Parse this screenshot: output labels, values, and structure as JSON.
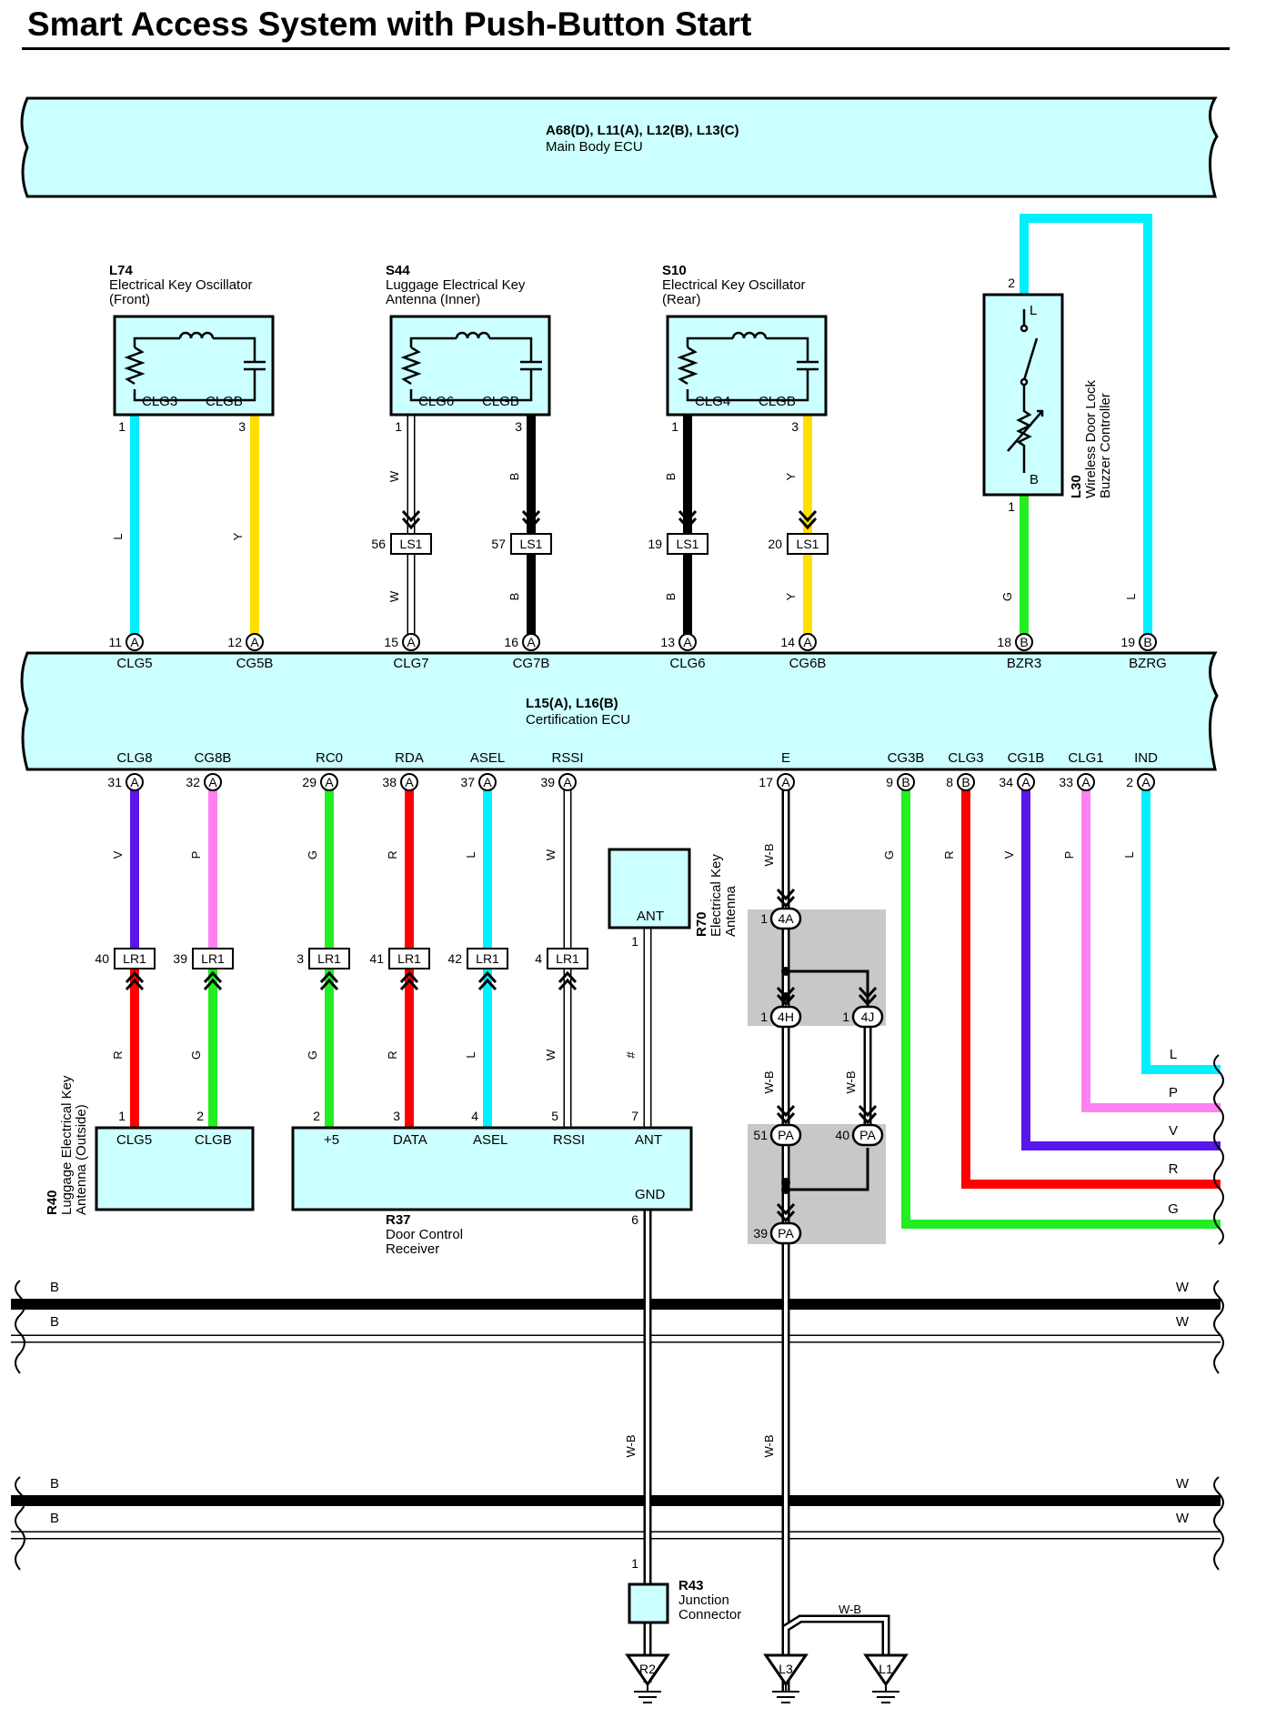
{
  "title": "Smart Access System with Push-Button Start",
  "colors": {
    "L": "#00f0ff",
    "Y": "#ffe000",
    "B": "#000000",
    "W": "#ffffff",
    "G": "#22ee22",
    "V": "#5a16ea",
    "P": "#ff80f0",
    "R": "#ff0000",
    "fill": "#ccffff",
    "shade": "#c8c8c8"
  },
  "main_body_ecu": {
    "code": "A68(D), L11(A), L12(B), L13(C)",
    "name": "Main Body ECU"
  },
  "cert_ecu": {
    "code": "L15(A), L16(B)",
    "name": "Certification ECU"
  },
  "l74": {
    "code": "L74",
    "name1": "Electrical Key Oscillator",
    "name2": "(Front)",
    "t1": "CLG3",
    "t2": "CLGB"
  },
  "s44": {
    "code": "S44",
    "name1": "Luggage Electrical Key",
    "name2": "Antenna (Inner)",
    "t1": "CLG6",
    "t2": "CLGB"
  },
  "s10": {
    "code": "S10",
    "name1": "Electrical Key Oscillator",
    "name2": "(Rear)",
    "t1": "CLG4",
    "t2": "CLGB"
  },
  "l30": {
    "code": "L30",
    "name1": "Wireless Door Lock",
    "name2": "Buzzer Controller",
    "tL": "L",
    "tB": "B"
  },
  "r70": {
    "code": "R70",
    "name1": "Electrical Key",
    "name2": "Antenna",
    "t": "ANT"
  },
  "r40": {
    "code": "R40",
    "name1": "Luggage Electrical Key",
    "name2": "Antenna (Outside)",
    "t1": "CLG5",
    "t2": "CLGB"
  },
  "r37": {
    "code": "R37",
    "name1": "Door Control",
    "name2": "Receiver",
    "t": [
      "+5",
      "DATA",
      "ASEL",
      "RSSI",
      "ANT"
    ],
    "gnd": "GND"
  },
  "r43": {
    "code": "R43",
    "name1": "Junction",
    "name2": "Connector"
  },
  "grounds": [
    "R2",
    "L3",
    "L1"
  ],
  "top_terms": [
    "CLG5",
    "CG5B",
    "CLG7",
    "CG7B",
    "CLG6",
    "CG6B",
    "BZR3",
    "BZRG"
  ],
  "bottom_terms": [
    "CLG8",
    "CG8B",
    "RC0",
    "RDA",
    "ASEL",
    "RSSI",
    "E",
    "CG3B",
    "CLG3",
    "CG1B",
    "CLG1",
    "IND"
  ],
  "pins": [
    "1",
    "3",
    "1",
    "3",
    "1",
    "3",
    "2",
    "1",
    "56",
    "57",
    "19",
    "20",
    "11",
    "12",
    "15",
    "16",
    "13",
    "14",
    "18",
    "19",
    "31",
    "32",
    "29",
    "38",
    "37",
    "39",
    "17",
    "9",
    "8",
    "34",
    "33",
    "2",
    "40",
    "39",
    "3",
    "41",
    "42",
    "4",
    "1",
    "2",
    "2",
    "3",
    "4",
    "5",
    "7",
    "1",
    "6",
    "1",
    "1",
    "1",
    "51",
    "40",
    "39",
    "1"
  ],
  "connectors": [
    "LS1",
    "LS1",
    "LS1",
    "LS1",
    "LR1",
    "LR1",
    "LR1",
    "LR1",
    "LR1",
    "LR1",
    "4A",
    "4H",
    "4J",
    "PA",
    "PA",
    "PA"
  ],
  "pin_letters": [
    "A",
    "A",
    "A",
    "A",
    "A",
    "A",
    "B",
    "B",
    "A",
    "A",
    "A",
    "A",
    "A",
    "A",
    "A",
    "B",
    "B",
    "A",
    "A",
    "A"
  ],
  "wire_codes": [
    "L",
    "Y",
    "W",
    "B",
    "B",
    "Y",
    "W",
    "B",
    "B",
    "Y",
    "G",
    "L",
    "V",
    "P",
    "G",
    "R",
    "L",
    "W",
    "W-B",
    "G",
    "R",
    "V",
    "P",
    "L",
    "R",
    "G",
    "G",
    "R",
    "L",
    "W",
    "#",
    "W-B",
    "W-B",
    "W-B",
    "W-B",
    "W-B"
  ],
  "exit_labels": [
    "L",
    "P",
    "V",
    "R",
    "G"
  ],
  "bus_labels": [
    "B",
    "W",
    "B",
    "W",
    "B",
    "W",
    "B",
    "W"
  ]
}
